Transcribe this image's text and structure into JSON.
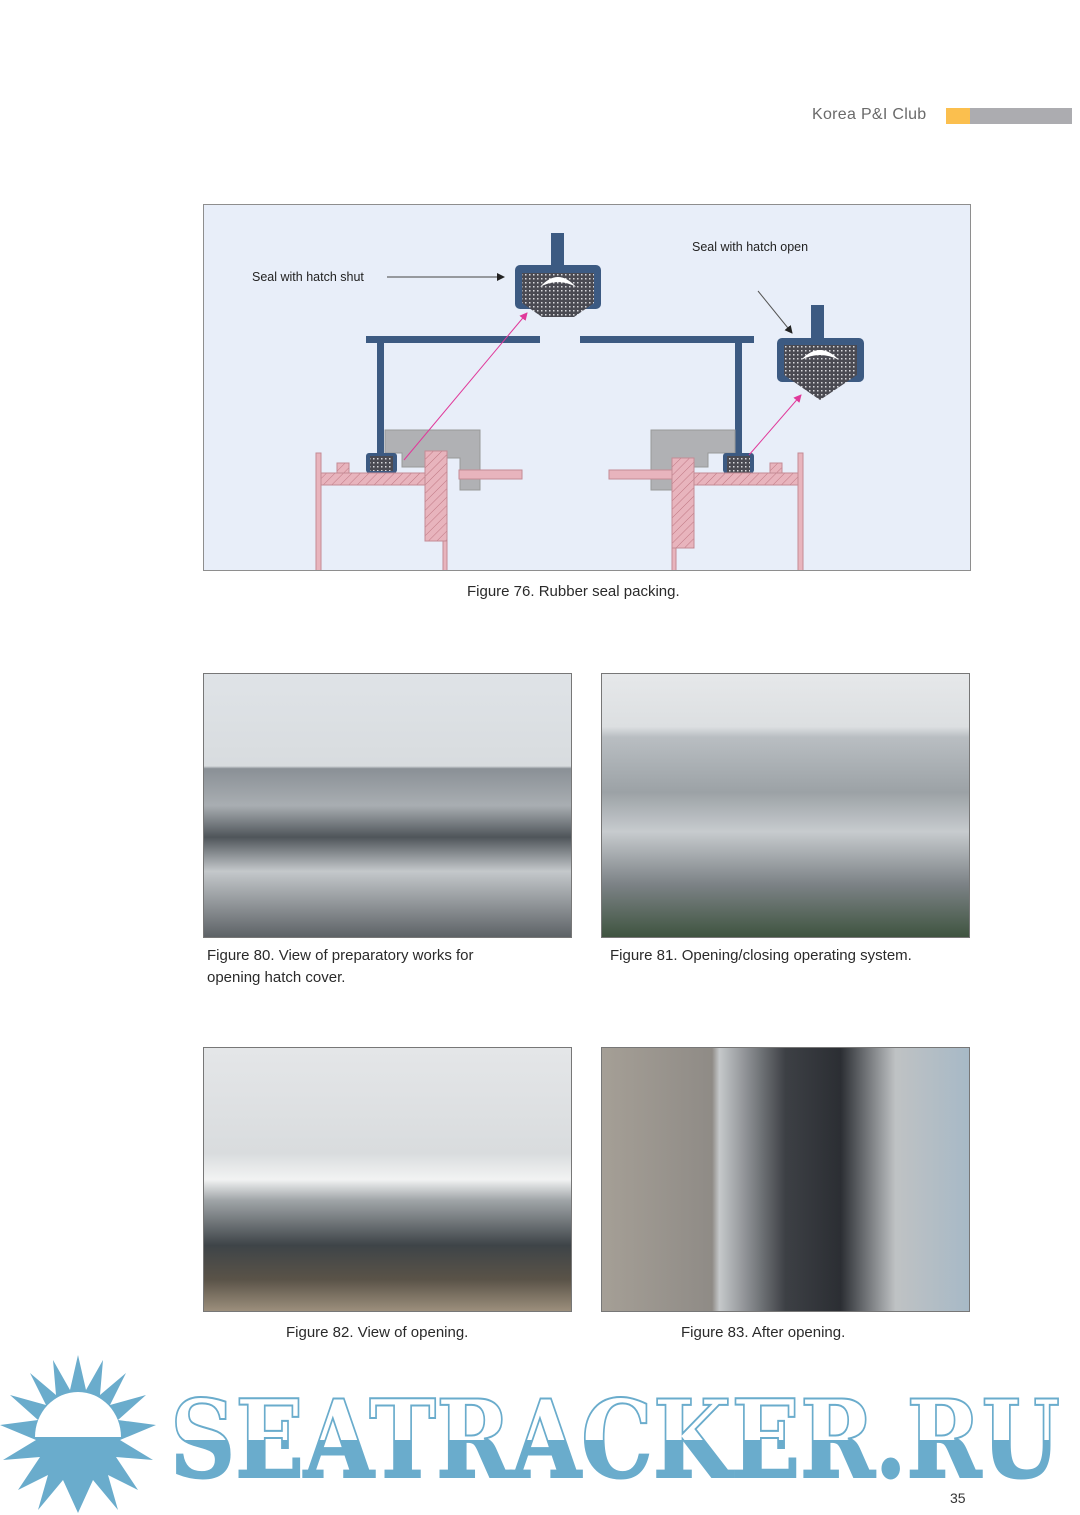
{
  "header": {
    "title": "Korea P&I Club",
    "accent_colors": [
      "#fbbf4e",
      "#acacb0"
    ]
  },
  "figure76": {
    "label_shut": "Seal with hatch shut",
    "label_open": "Seal with hatch open",
    "caption": "Figure 76. Rubber seal packing."
  },
  "photos": [
    {
      "caption_line1": "Figure 80. View of preparatory works for",
      "caption_line2": "opening hatch cover."
    },
    {
      "caption": "Figure 81. Opening/closing operating system."
    },
    {
      "caption": "Figure 82. View of opening."
    },
    {
      "caption": "Figure 83. After opening."
    }
  ],
  "watermark": {
    "text": "SEATRACKER.RU",
    "color": "#6aaccc"
  },
  "page_number": "35"
}
